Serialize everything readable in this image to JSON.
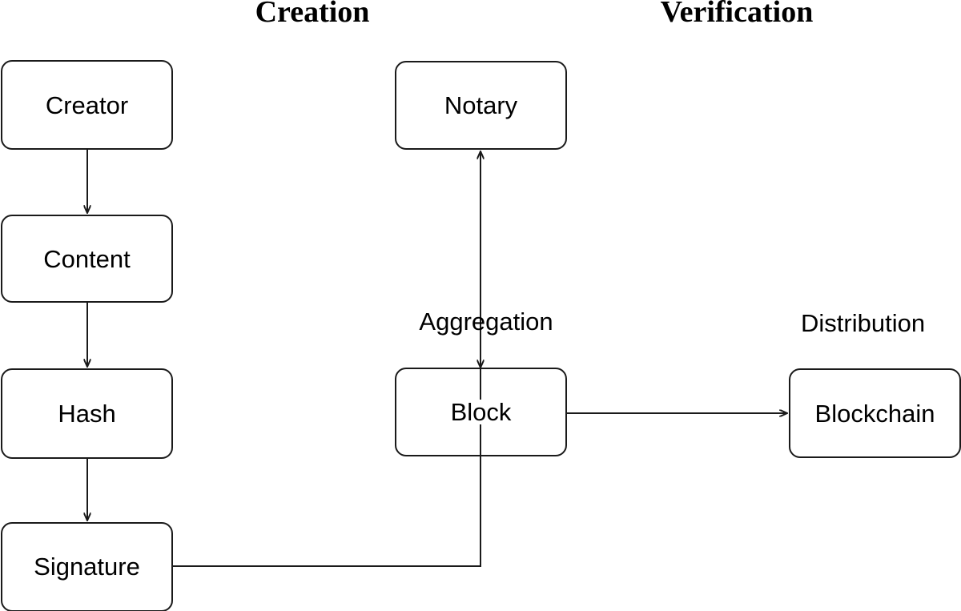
{
  "diagram": {
    "type": "flowchart",
    "background_color": "#ffffff",
    "stroke_color": "#1a1a1a",
    "titles": [
      {
        "id": "creation",
        "text": "Creation"
      },
      {
        "id": "verification",
        "text": "Verification"
      }
    ],
    "nodes": [
      {
        "id": "creator",
        "label": "Creator"
      },
      {
        "id": "content",
        "label": "Content"
      },
      {
        "id": "hash",
        "label": "Hash"
      },
      {
        "id": "signature",
        "label": "Signature"
      },
      {
        "id": "notary",
        "label": "Notary"
      },
      {
        "id": "block",
        "label": "Block"
      },
      {
        "id": "blockchain",
        "label": "Blockchain"
      }
    ],
    "edge_labels": [
      {
        "id": "aggregation",
        "text": "Aggregation"
      },
      {
        "id": "distribution",
        "text": "Distribution"
      }
    ],
    "edges": [
      {
        "from": "creator",
        "to": "content",
        "label": ""
      },
      {
        "from": "content",
        "to": "hash",
        "label": ""
      },
      {
        "from": "hash",
        "to": "signature",
        "label": ""
      },
      {
        "from": "signature",
        "to": "block",
        "label": "Aggregation"
      },
      {
        "from": "block",
        "to": "notary",
        "label": "Aggregation"
      },
      {
        "from": "block",
        "to": "blockchain",
        "label": "Distribution"
      }
    ]
  }
}
